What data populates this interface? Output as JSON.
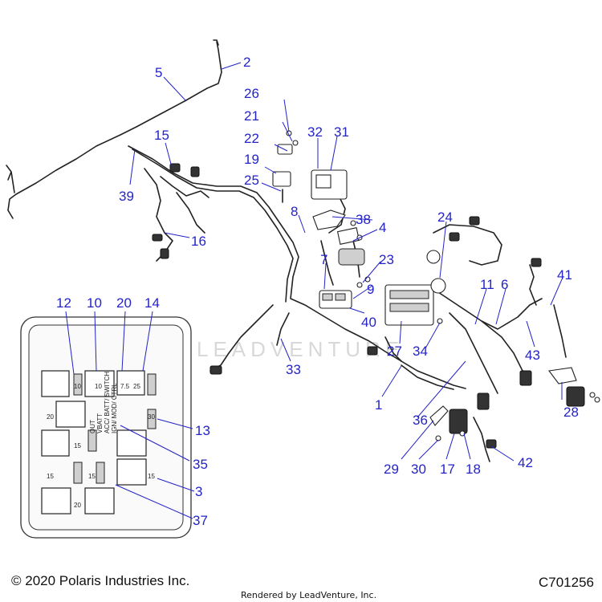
{
  "diagram": {
    "watermark": "LEADVENTURE",
    "callouts": [
      "1",
      "2",
      "3",
      "4",
      "5",
      "6",
      "7",
      "8",
      "9",
      "10",
      "11",
      "12",
      "13",
      "14",
      "15",
      "16",
      "17",
      "18",
      "19",
      "20",
      "21",
      "22",
      "23",
      "24",
      "25",
      "26",
      "27",
      "28",
      "29",
      "30",
      "31",
      "32",
      "33",
      "34",
      "35",
      "36",
      "37",
      "38",
      "39",
      "40",
      "41",
      "42",
      "43"
    ],
    "fuse_box": {
      "fuse_ratings": [
        "10",
        "10",
        "7.5",
        "25",
        "20",
        "30",
        "15",
        "15",
        "15",
        "15",
        "20"
      ],
      "relay_text": [
        "OUT",
        "VBATT",
        "ACC/ BATT/ SWITCH",
        "IGN/ MOD/ CTRL"
      ]
    }
  },
  "footer": {
    "copyright": "© 2020 Polaris Industries Inc.",
    "rendered_by": "Rendered by LeadVenture, Inc.",
    "diagram_code": "C701256"
  }
}
